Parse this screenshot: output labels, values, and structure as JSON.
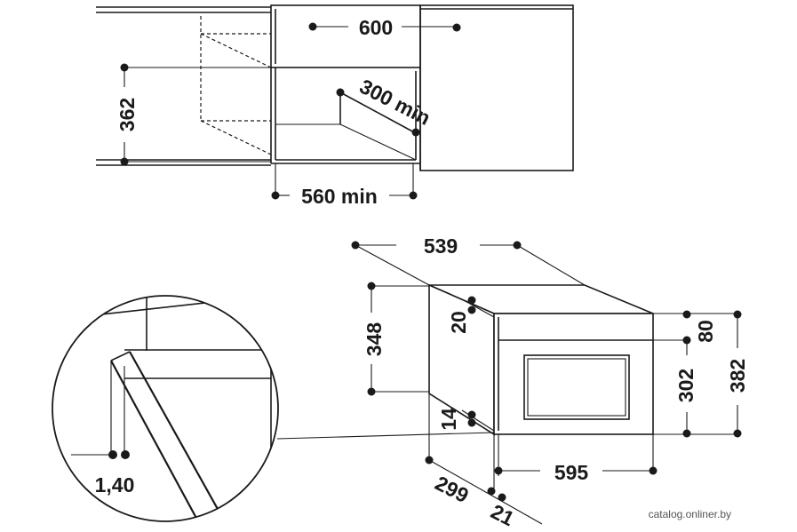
{
  "colors": {
    "line": "#1a1a1a",
    "background": "#ffffff",
    "watermark": "#555555"
  },
  "dimensions": {
    "cabinet_width": "600",
    "cavity_height": "362",
    "depth_min": "300 min",
    "width_min": "560 min",
    "oven_depth": "539",
    "body_height": "348",
    "top_offset": "20",
    "bottom_offset": "14",
    "front_width": "595",
    "body_depth": "299",
    "front_thickness": "21",
    "panel_height": "80",
    "opening_height": "302",
    "total_height": "382",
    "gap": "1,40"
  },
  "watermark": "catalog.onliner.by"
}
